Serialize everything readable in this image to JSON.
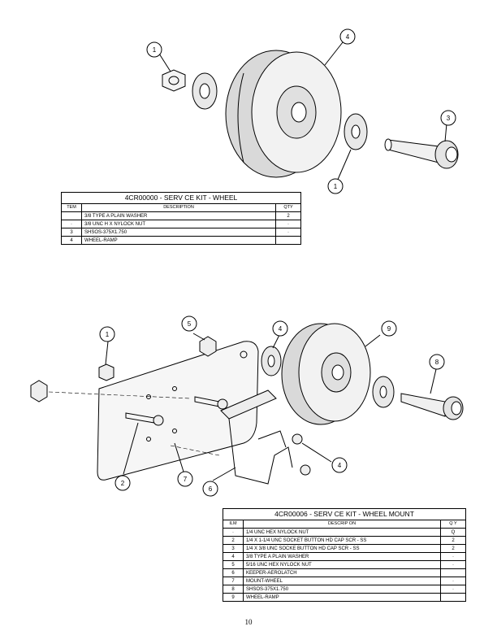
{
  "diagram1": {
    "callouts": [
      "1",
      "4",
      "3",
      "1"
    ],
    "table": {
      "title": "4CR00000 - SERV CE KIT - WHEEL",
      "headers": {
        "item": "TEM",
        "description": "DESCRIPTION",
        "qty": "QTY"
      },
      "rows": [
        {
          "item": "",
          "description": "3/8 TYPE A PLAIN WASHER",
          "qty": "2"
        },
        {
          "item": "·",
          "description": "3/8 UNC H  X NYLOCK NUT",
          "qty": "·"
        },
        {
          "item": "3",
          "description": "SHSOS-375X1.750",
          "qty": "·"
        },
        {
          "item": "4",
          "description": "WHEEL-RAMP",
          "qty": ""
        }
      ]
    }
  },
  "diagram2": {
    "callouts": [
      "1",
      "5",
      "4",
      "9",
      "8",
      "2",
      "7",
      "6",
      "4"
    ],
    "table": {
      "title": "4CR00006 - SERV CE KIT - WHEEL MOUNT",
      "headers": {
        "item": "ILM",
        "description": "DESCRIP   ON",
        "qty": "Q Y"
      },
      "rows": [
        {
          "item": "·",
          "description": "1/4 UNC HEX NYLOCK NUT",
          "qty": "Q"
        },
        {
          "item": "2",
          "description": "1/4 X 1-1/4 UNC SOCKET BUTTON HD CAP SCR - SS",
          "qty": "2"
        },
        {
          "item": "3",
          "description": "1/4 X 3/8 UNC SOCKE  BUTTON HD CAP SCR - SS",
          "qty": "2"
        },
        {
          "item": "4",
          "description": "3/8 TYPE A PLAIN WASHER",
          "qty": "·"
        },
        {
          "item": "5",
          "description": "5/16 UNC HEX NYLOCK NUT",
          "qty": "·"
        },
        {
          "item": "6",
          "description": "KEEPER-AEROLATCH",
          "qty": ""
        },
        {
          "item": "7",
          "description": "MOUNT-WHEEL",
          "qty": "·"
        },
        {
          "item": "8",
          "description": "SHSOS-375X1.750",
          "qty": "·"
        },
        {
          "item": "9",
          "description": "WHEEL-RAMP",
          "qty": ""
        }
      ]
    }
  },
  "page_number": "10"
}
